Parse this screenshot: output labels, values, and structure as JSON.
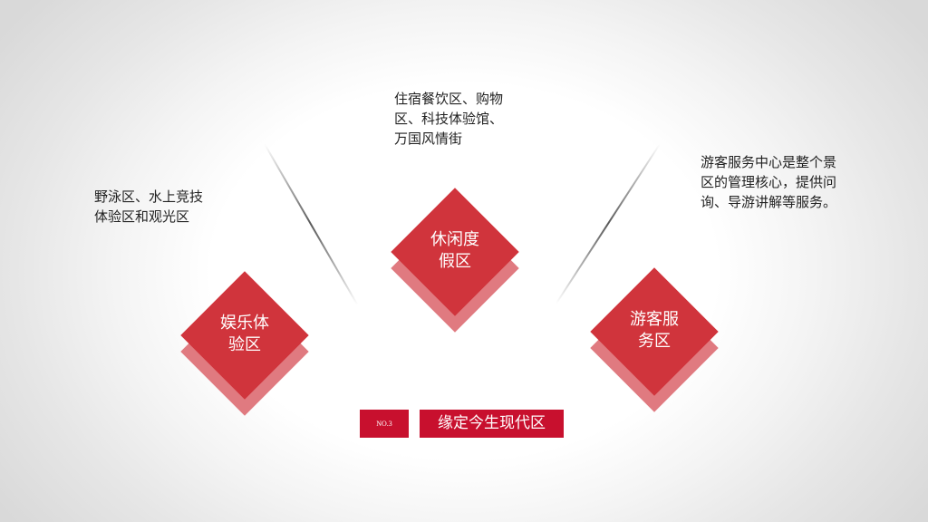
{
  "slide": {
    "section_badge": "NO.3",
    "section_title": "缘定今生现代区",
    "zones": {
      "left": {
        "name": "娱乐体\n验区",
        "description": "野泳区、水上竞技\n体验区和观光区"
      },
      "center": {
        "name": "休闲度\n假区",
        "description": "住宿餐饮区、购物\n区、科技体验馆、\n万国风情街"
      },
      "right": {
        "name": "游客服\n务区",
        "description": "游客服务中心是整个景\n区的管理核心，提供问\n询、导游讲解等服务。"
      }
    }
  },
  "colors": {
    "accent": "#c8102e",
    "diamond": "#d0343c",
    "diamond_shadow": "#e07a80",
    "text": "#222222"
  }
}
